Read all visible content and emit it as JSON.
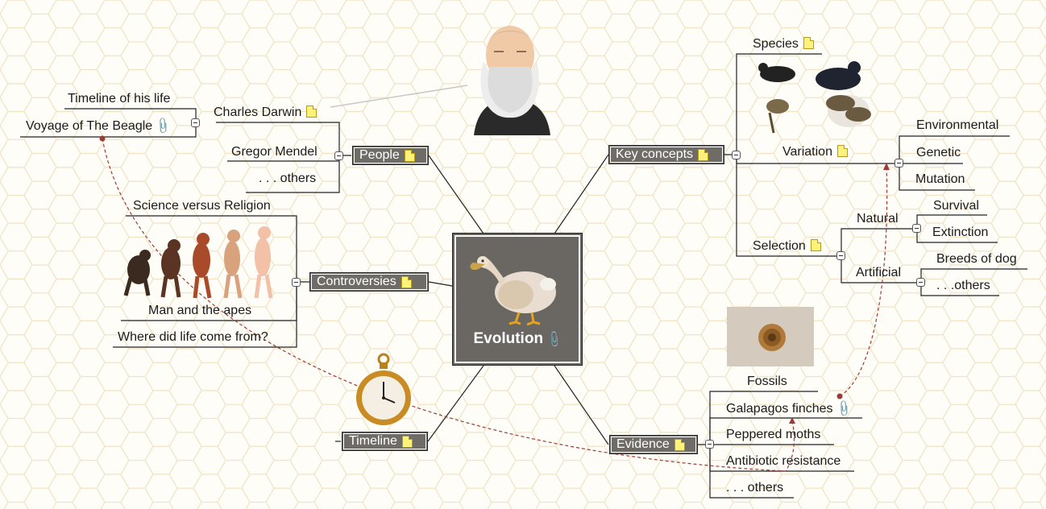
{
  "central": {
    "title": "Evolution"
  },
  "branches": {
    "people": {
      "label": "People",
      "children": {
        "darwin": "Charles Darwin",
        "timeline_life": "Timeline of his life",
        "voyage": "Voyage of The Beagle",
        "mendel": "Gregor Mendel",
        "others": ". . . others"
      }
    },
    "controversies": {
      "label": "Controversies",
      "children": {
        "science": "Science versus Religion",
        "man_apes": "Man and the apes",
        "life": "Where did life come from?"
      }
    },
    "timeline": {
      "label": "Timeline"
    },
    "key_concepts": {
      "label": "Key concepts",
      "children": {
        "species": "Species",
        "variation": "Variation",
        "environmental": "Environmental",
        "genetic": "Genetic",
        "mutation": "Mutation",
        "selection": "Selection",
        "natural": "Natural",
        "survival": "Survival",
        "extinction": "Extinction",
        "artificial": "Artificial",
        "breeds": "Breeds of dog",
        "others": ". . .others"
      }
    },
    "evidence": {
      "label": "Evidence",
      "children": {
        "fossils": "Fossils",
        "finches": "Galapagos finches",
        "moths": "Peppered moths",
        "antibiotic": "Antibiotic resistance",
        "others": ". . . others"
      }
    }
  },
  "colors": {
    "topic_fill": "#6f6c67",
    "relationship": "#9c3b35",
    "hexgrid": "#f0e2c2"
  }
}
